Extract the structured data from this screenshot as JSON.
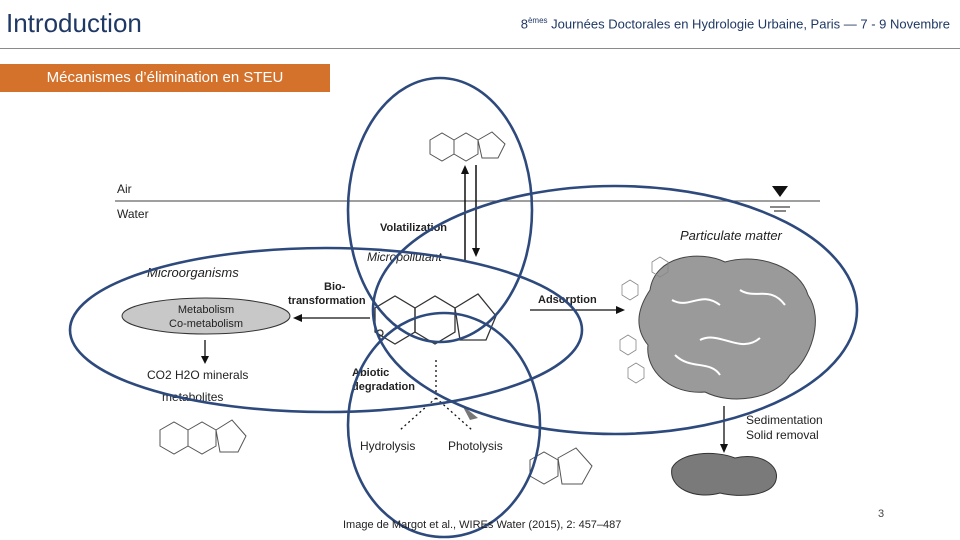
{
  "header": {
    "title": "Introduction",
    "conference_ordinal": "8",
    "conference_sup": "èmes",
    "conference_rest": "Journées Doctorales en Hydrologie Urbaine, Paris — 7 - 9 Novembre"
  },
  "section": {
    "label": "Mécanismes d’élimination en STEU"
  },
  "diagram": {
    "air": "Air",
    "water": "Water",
    "volatilization": "Volatilization",
    "micropollutant": "Micropollutant",
    "microorganisms": "Microorganisms",
    "biotransformation_1": "Bio-",
    "biotransformation_2": "transformation",
    "metabolism": "Metabolism",
    "co_metabolism": "Co-metabolism",
    "minerals": "CO2   H2O    minerals",
    "metabolites": "metabolites",
    "adsorption": "Adsorption",
    "particulate": "Particulate matter",
    "abiotic_1": "Abiotic",
    "abiotic_2": "degradation",
    "hydrolysis": "Hydrolysis",
    "photolysis": "Photolysis",
    "sedimentation_1": "Sedimentation",
    "sedimentation_2": "Solid removal"
  },
  "footer": {
    "caption": "Image de Margot et al., WIREs Water (2015), 2: 457–487",
    "page": "3"
  },
  "colors": {
    "title": "#1f3864",
    "banner": "#d4722c",
    "ellipse": "#2e4a7d"
  }
}
